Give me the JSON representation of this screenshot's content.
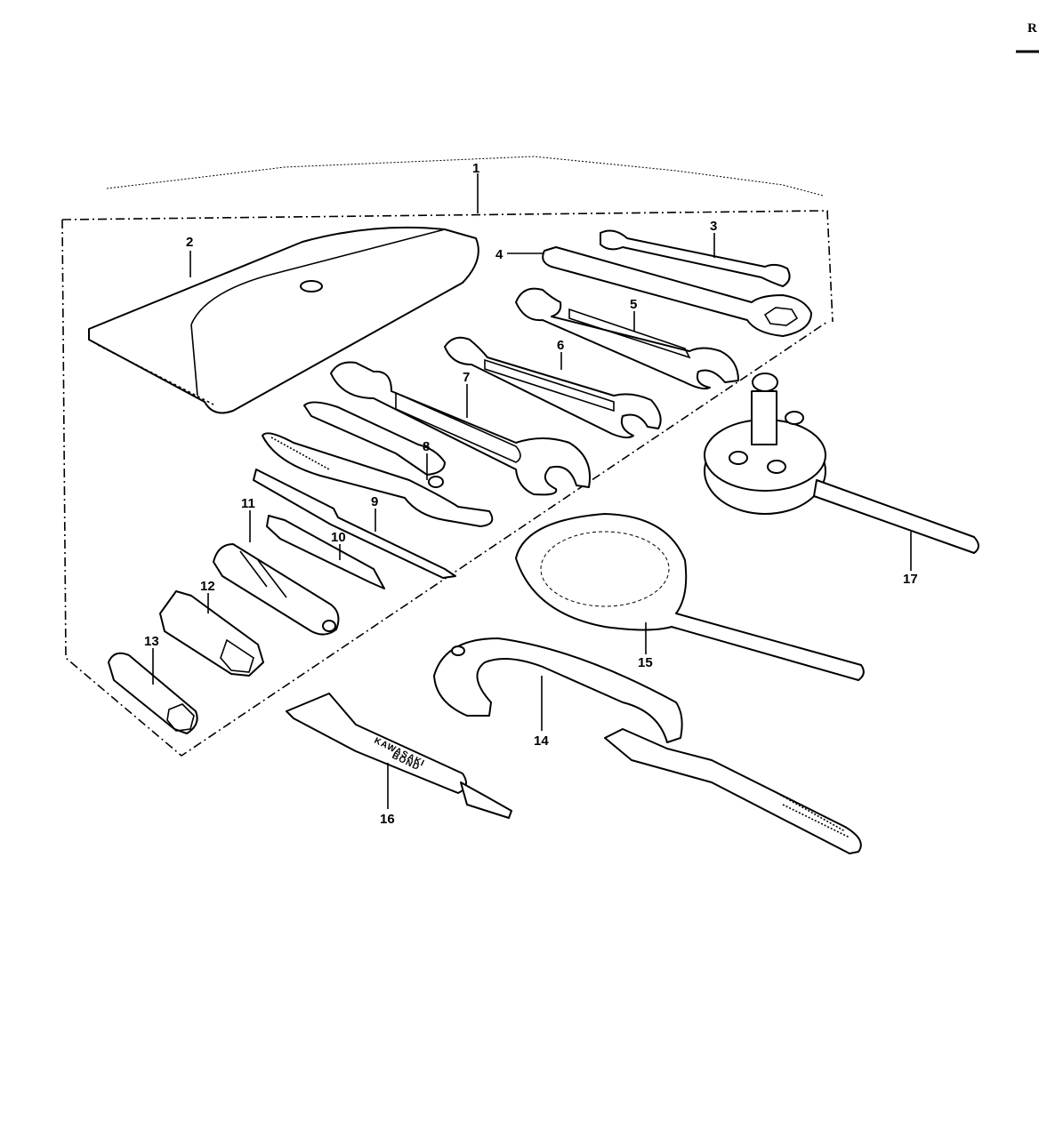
{
  "corner_mark": "R",
  "tube_text": [
    "KAWASAKI",
    "BOND"
  ],
  "parts": [
    {
      "id": 1,
      "label": "1"
    },
    {
      "id": 2,
      "label": "2"
    },
    {
      "id": 3,
      "label": "3"
    },
    {
      "id": 4,
      "label": "4"
    },
    {
      "id": 5,
      "label": "5"
    },
    {
      "id": 6,
      "label": "6"
    },
    {
      "id": 7,
      "label": "7"
    },
    {
      "id": 8,
      "label": "8"
    },
    {
      "id": 9,
      "label": "9"
    },
    {
      "id": 10,
      "label": "10"
    },
    {
      "id": 11,
      "label": "11"
    },
    {
      "id": 12,
      "label": "12"
    },
    {
      "id": 13,
      "label": "13"
    },
    {
      "id": 14,
      "label": "14"
    },
    {
      "id": 15,
      "label": "15"
    },
    {
      "id": 16,
      "label": "16"
    },
    {
      "id": 17,
      "label": "17"
    }
  ]
}
